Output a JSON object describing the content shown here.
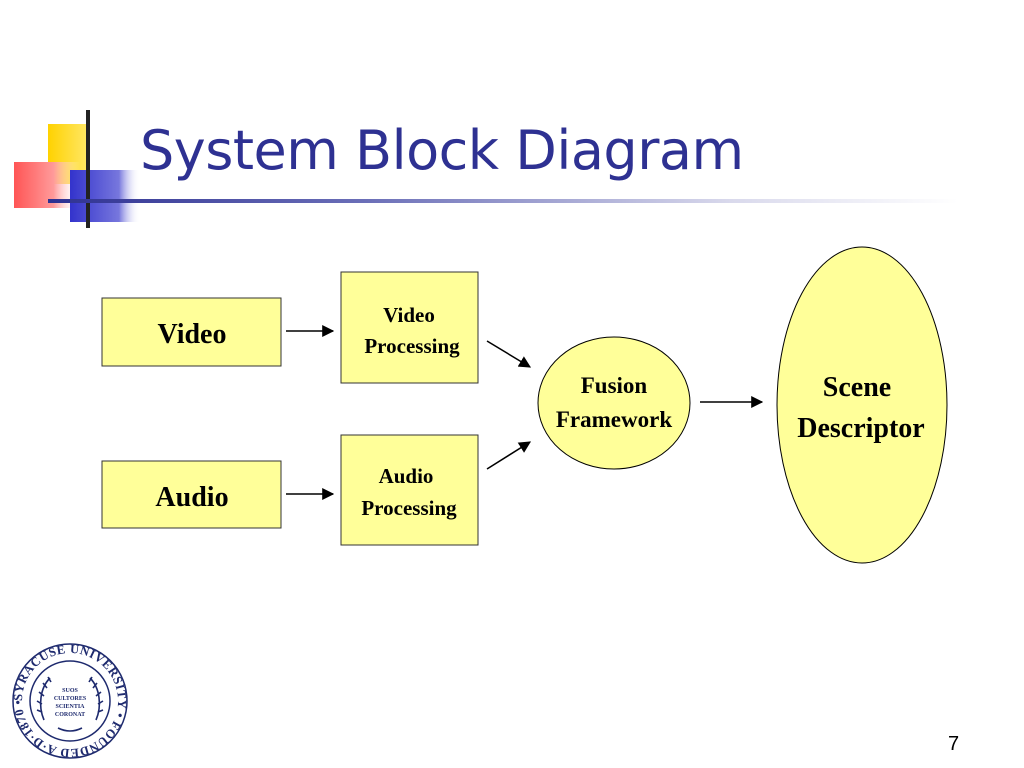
{
  "slide": {
    "title": "System Block Diagram",
    "page_number": "7"
  },
  "colors": {
    "title": "#2e3192",
    "node_fill": "#ffff99",
    "node_stroke": "#333333",
    "deco_yellow": "#ffd200",
    "deco_red": "#ff3333",
    "deco_blue": "#3333cc"
  },
  "nodes": {
    "video": {
      "lines": [
        "Video"
      ]
    },
    "audio": {
      "lines": [
        "Audio"
      ]
    },
    "video_processing": {
      "lines": [
        "Video",
        "Processing"
      ]
    },
    "audio_processing": {
      "lines": [
        "Audio",
        "Processing"
      ]
    },
    "fusion": {
      "lines": [
        "Fusion",
        "Framework"
      ]
    },
    "scene": {
      "lines": [
        "Scene",
        "Descriptor"
      ]
    }
  },
  "edges": [
    {
      "from": "video",
      "to": "video_processing"
    },
    {
      "from": "audio",
      "to": "audio_processing"
    },
    {
      "from": "video_processing",
      "to": "fusion"
    },
    {
      "from": "audio_processing",
      "to": "fusion"
    },
    {
      "from": "fusion",
      "to": "scene"
    }
  ],
  "seal": {
    "ring_text": "SYRACUSE UNIVERSITY • FOUNDED A·D·1870 •",
    "motto": [
      "SUOS",
      "CULTORES",
      "SCIENTIA",
      "CORONAT"
    ]
  }
}
